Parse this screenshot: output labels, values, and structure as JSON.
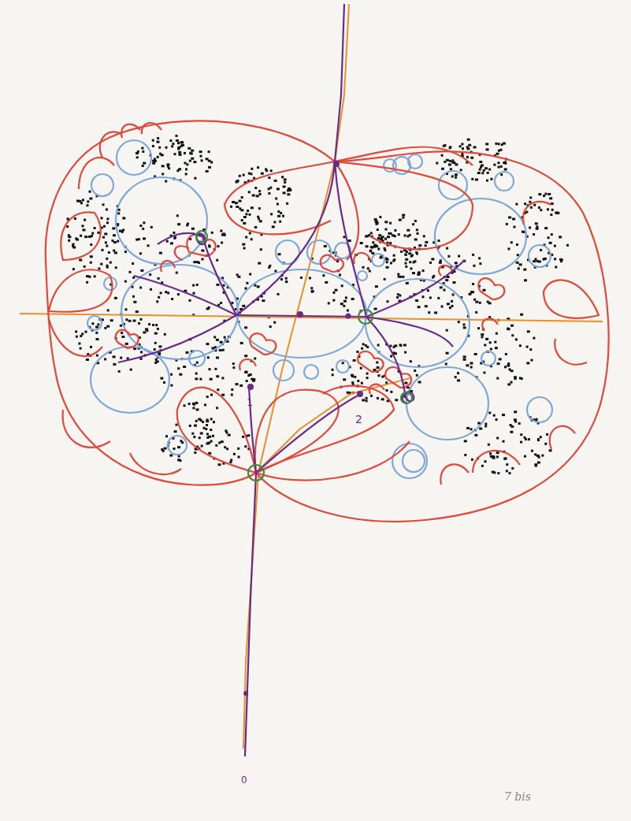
{
  "diagram": {
    "labels": [
      "1",
      "2",
      "0",
      "7 bis"
    ]
  }
}
